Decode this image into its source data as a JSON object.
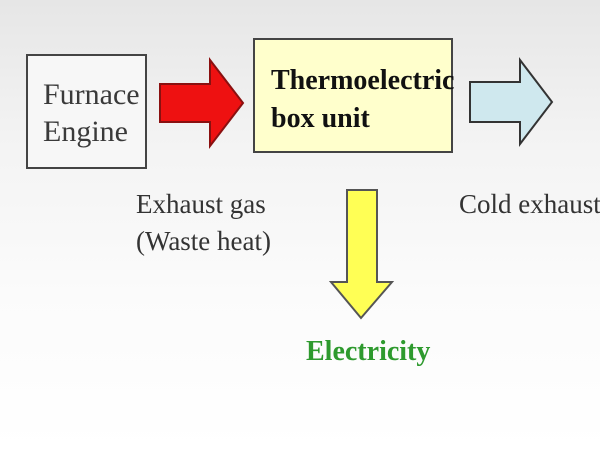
{
  "diagram": {
    "nodes": {
      "furnace": {
        "lines": [
          "Furnace",
          "Engine"
        ]
      },
      "teg": {
        "lines": [
          "Thermoelectric",
          "box unit"
        ]
      }
    },
    "labels": {
      "exhaust": [
        "Exhaust gas",
        "(Waste heat)"
      ],
      "cold": "Cold exhaust",
      "electricity": "Electricity"
    },
    "colors": {
      "hot_arrow": "#ee1111",
      "cold_arrow": "#cfe8ee",
      "electric_arrow": "#ffff55",
      "electricity_text": "#2e9a2e",
      "teg_fill": "#ffffcc"
    }
  }
}
